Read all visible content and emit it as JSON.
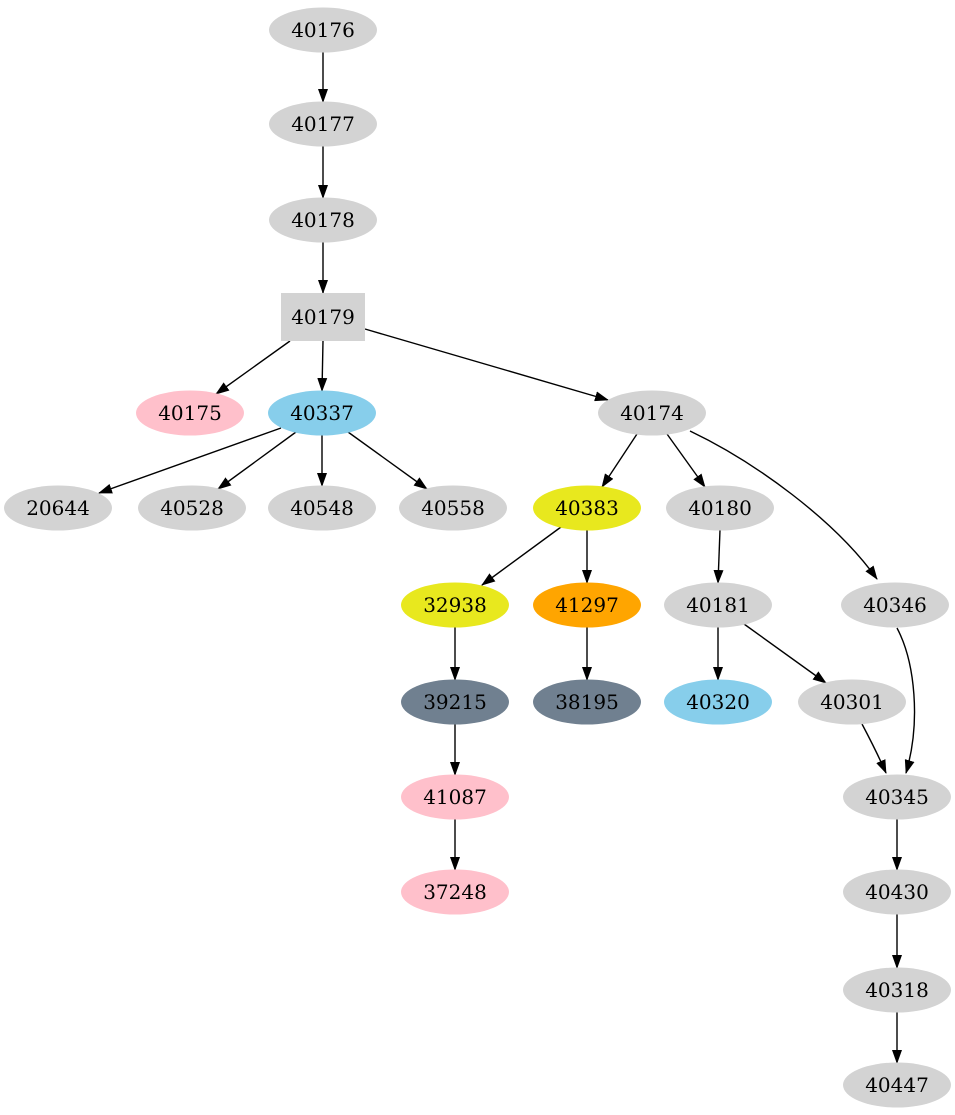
{
  "diagram": {
    "type": "directed-graph",
    "background": "#ffffff",
    "edge_color": "#000000",
    "palette": {
      "default_gray": "#d3d3d3",
      "pink": "#ffc0cb",
      "skyblue": "#87ceeb",
      "yellow": "#e8e81e",
      "orange": "#ffa500",
      "slategray": "#708090"
    },
    "nodes": [
      {
        "id": "40176",
        "label": "40176",
        "shape": "ellipse",
        "fill": "#d3d3d3"
      },
      {
        "id": "40177",
        "label": "40177",
        "shape": "ellipse",
        "fill": "#d3d3d3"
      },
      {
        "id": "40178",
        "label": "40178",
        "shape": "ellipse",
        "fill": "#d3d3d3"
      },
      {
        "id": "40179",
        "label": "40179",
        "shape": "box",
        "fill": "#d3d3d3"
      },
      {
        "id": "40175",
        "label": "40175",
        "shape": "ellipse",
        "fill": "#ffc0cb"
      },
      {
        "id": "40337",
        "label": "40337",
        "shape": "ellipse",
        "fill": "#87ceeb"
      },
      {
        "id": "40174",
        "label": "40174",
        "shape": "ellipse",
        "fill": "#d3d3d3"
      },
      {
        "id": "20644",
        "label": "20644",
        "shape": "ellipse",
        "fill": "#d3d3d3"
      },
      {
        "id": "40528",
        "label": "40528",
        "shape": "ellipse",
        "fill": "#d3d3d3"
      },
      {
        "id": "40548",
        "label": "40548",
        "shape": "ellipse",
        "fill": "#d3d3d3"
      },
      {
        "id": "40558",
        "label": "40558",
        "shape": "ellipse",
        "fill": "#d3d3d3"
      },
      {
        "id": "40383",
        "label": "40383",
        "shape": "ellipse",
        "fill": "#e8e81e"
      },
      {
        "id": "40180",
        "label": "40180",
        "shape": "ellipse",
        "fill": "#d3d3d3"
      },
      {
        "id": "32938",
        "label": "32938",
        "shape": "ellipse",
        "fill": "#e8e81e"
      },
      {
        "id": "41297",
        "label": "41297",
        "shape": "ellipse",
        "fill": "#ffa500"
      },
      {
        "id": "40181",
        "label": "40181",
        "shape": "ellipse",
        "fill": "#d3d3d3"
      },
      {
        "id": "40346",
        "label": "40346",
        "shape": "ellipse",
        "fill": "#d3d3d3"
      },
      {
        "id": "39215",
        "label": "39215",
        "shape": "ellipse",
        "fill": "#708090"
      },
      {
        "id": "38195",
        "label": "38195",
        "shape": "ellipse",
        "fill": "#708090"
      },
      {
        "id": "40320",
        "label": "40320",
        "shape": "ellipse",
        "fill": "#87ceeb"
      },
      {
        "id": "40301",
        "label": "40301",
        "shape": "ellipse",
        "fill": "#d3d3d3"
      },
      {
        "id": "41087",
        "label": "41087",
        "shape": "ellipse",
        "fill": "#ffc0cb"
      },
      {
        "id": "37248",
        "label": "37248",
        "shape": "ellipse",
        "fill": "#ffc0cb"
      },
      {
        "id": "40345",
        "label": "40345",
        "shape": "ellipse",
        "fill": "#d3d3d3"
      },
      {
        "id": "40430",
        "label": "40430",
        "shape": "ellipse",
        "fill": "#d3d3d3"
      },
      {
        "id": "40318",
        "label": "40318",
        "shape": "ellipse",
        "fill": "#d3d3d3"
      },
      {
        "id": "40447",
        "label": "40447",
        "shape": "ellipse",
        "fill": "#d3d3d3"
      }
    ],
    "edges": [
      {
        "from": "40176",
        "to": "40177"
      },
      {
        "from": "40177",
        "to": "40178"
      },
      {
        "from": "40178",
        "to": "40179"
      },
      {
        "from": "40179",
        "to": "40175"
      },
      {
        "from": "40179",
        "to": "40337"
      },
      {
        "from": "40179",
        "to": "40174"
      },
      {
        "from": "40337",
        "to": "20644"
      },
      {
        "from": "40337",
        "to": "40528"
      },
      {
        "from": "40337",
        "to": "40548"
      },
      {
        "from": "40337",
        "to": "40558"
      },
      {
        "from": "40174",
        "to": "40383"
      },
      {
        "from": "40174",
        "to": "40180"
      },
      {
        "from": "40174",
        "to": "40346"
      },
      {
        "from": "40383",
        "to": "32938"
      },
      {
        "from": "40383",
        "to": "41297"
      },
      {
        "from": "40180",
        "to": "40181"
      },
      {
        "from": "32938",
        "to": "39215"
      },
      {
        "from": "41297",
        "to": "38195"
      },
      {
        "from": "40181",
        "to": "40320"
      },
      {
        "from": "40181",
        "to": "40301"
      },
      {
        "from": "39215",
        "to": "41087"
      },
      {
        "from": "41087",
        "to": "37248"
      },
      {
        "from": "40301",
        "to": "40345"
      },
      {
        "from": "40346",
        "to": "40345"
      },
      {
        "from": "40345",
        "to": "40430"
      },
      {
        "from": "40430",
        "to": "40318"
      },
      {
        "from": "40318",
        "to": "40447"
      }
    ]
  }
}
